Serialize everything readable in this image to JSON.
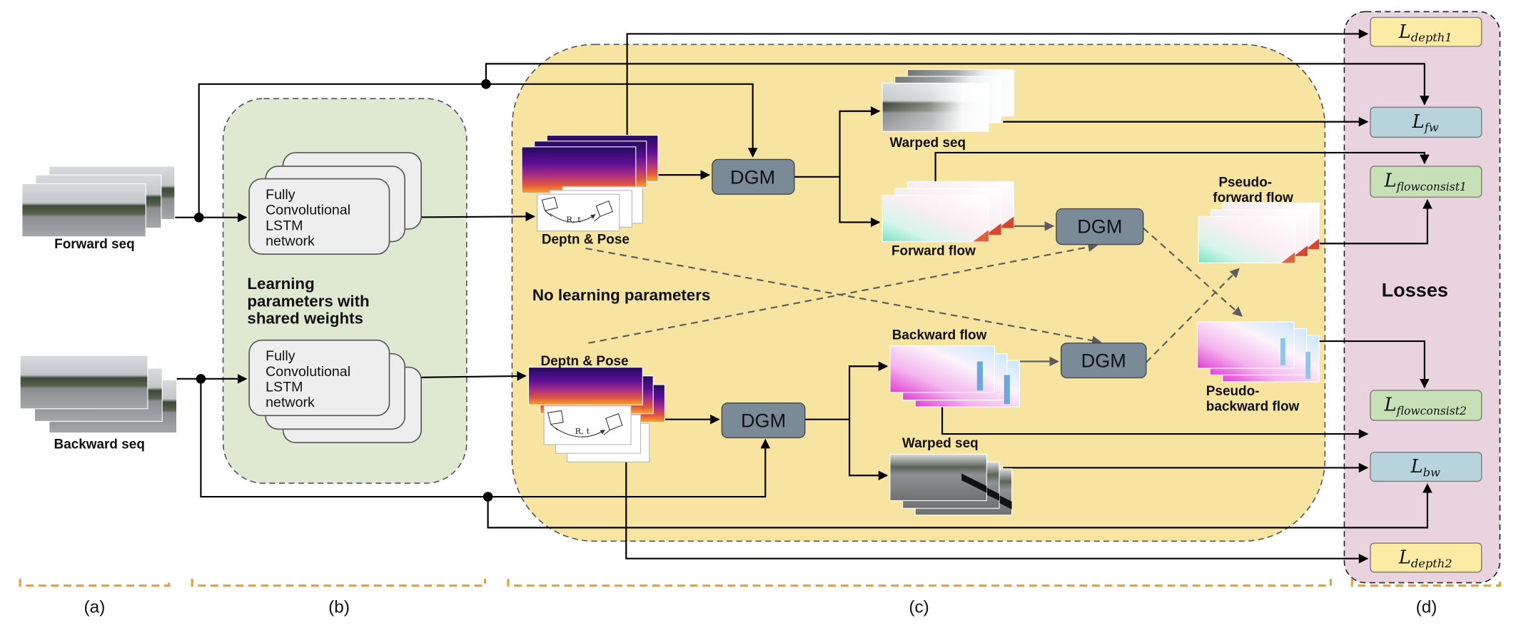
{
  "panel_labels": {
    "a": "(a)",
    "b": "(b)",
    "c": "(c)",
    "d": "(d)"
  },
  "inputs": {
    "forward_seq": "Forward seq",
    "backward_seq": "Backward seq"
  },
  "lstm": {
    "top": [
      "Fully",
      "Convolutional",
      "LSTM",
      "network"
    ],
    "bottom": [
      "Fully",
      "Convolutional",
      "LSTM",
      "network"
    ]
  },
  "shared_weights_note": [
    "Learning",
    "parameters with",
    "shared weights"
  ],
  "no_learning_note": "No learning parameters",
  "depth_pose": {
    "top_label": "Deptn & Pose",
    "bottom_label": "Deptn & Pose",
    "pose_symbol": "R, t"
  },
  "dgm": [
    "DGM",
    "DGM",
    "DGM",
    "DGM"
  ],
  "outputs": {
    "warped_seq_top": "Warped seq",
    "forward_flow": "Forward flow",
    "backward_flow": "Backward flow",
    "warped_seq_bottom": "Warped seq",
    "pseudo_forward_flow": [
      "Pseudo-",
      "forward flow"
    ],
    "pseudo_backward_flow": [
      "Pseudo-",
      "backward flow"
    ]
  },
  "losses": {
    "title": "Losses",
    "items": [
      {
        "symbol": "L",
        "sub": "depth1"
      },
      {
        "symbol": "L",
        "sub": "fw"
      },
      {
        "symbol": "L",
        "sub": "flowconsist1"
      },
      {
        "symbol": "L",
        "sub": "flowconsist2"
      },
      {
        "symbol": "L",
        "sub": "bw"
      },
      {
        "symbol": "L",
        "sub": "depth2"
      }
    ]
  },
  "colors": {
    "panel_b": "#dfe9d2",
    "panel_c": "#f8e4a1",
    "panel_d": "#e9d3df",
    "dgm": "#7b8a97",
    "loss_depth": "#fbeba4",
    "loss_photometric": "#b7d4dd",
    "loss_flow_consistency": "#c7e0b6",
    "bracket": "#e9a23b"
  }
}
